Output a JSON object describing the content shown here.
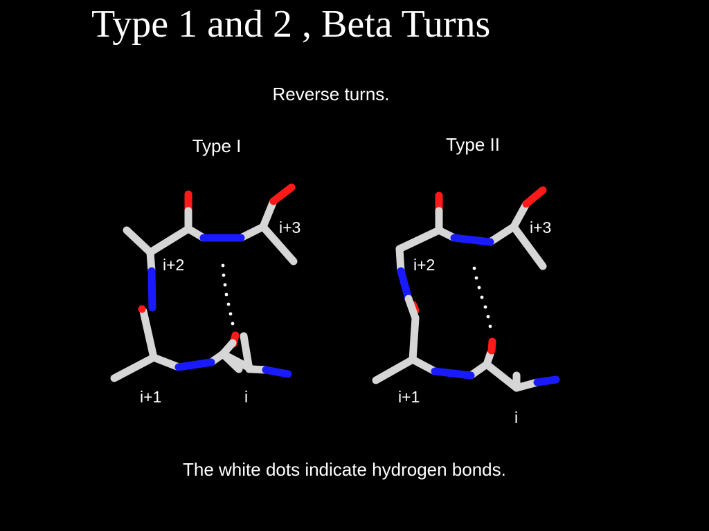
{
  "slide": {
    "title": "Type 1 and 2 , Beta Turns"
  },
  "figure": {
    "heading": "Reverse turns.",
    "panels": [
      {
        "label": "Type I",
        "residues": {
          "i": "i",
          "i1": "i+1",
          "i2": "i+2",
          "i3": "i+3"
        }
      },
      {
        "label": "Type II",
        "residues": {
          "i": "i",
          "i1": "i+1",
          "i2": "i+2",
          "i3": "i+3"
        }
      }
    ],
    "caption": "The white dots indicate hydrogen bonds."
  },
  "colors": {
    "background": "#000000",
    "carbon": "#d6d6d6",
    "nitrogen": "#1a1aff",
    "oxygen": "#ff0000",
    "text": "#ffffff"
  }
}
